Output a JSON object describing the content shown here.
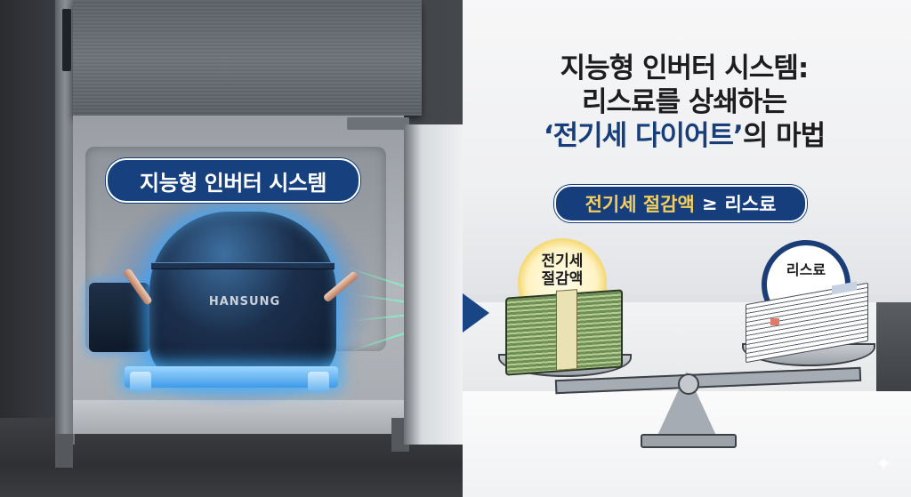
{
  "left_panel": {
    "badge_label": "지능형 인버터 시스템",
    "compressor_brand": "HANSUNG"
  },
  "right_panel": {
    "title_line1": "지능형 인버터 시스템:",
    "title_line2": "리스료를 상쇄하는",
    "title_line3_highlight": "‘전기세 다이어트’",
    "title_line3_rest": "의 마법",
    "formula": {
      "lhs": "전기세 절감액",
      "operator": "≥",
      "rhs": "리스료"
    },
    "scale": {
      "left_label_line1": "전기세",
      "left_label_line2": "절감액",
      "right_label": "리스료"
    }
  },
  "icons": {
    "arrow": "arrow-right-icon",
    "sparkle": "✦"
  },
  "colors": {
    "navy": "#163e7d",
    "gold_text": "#f4cf5e",
    "glow_blue": "#40aaff"
  }
}
